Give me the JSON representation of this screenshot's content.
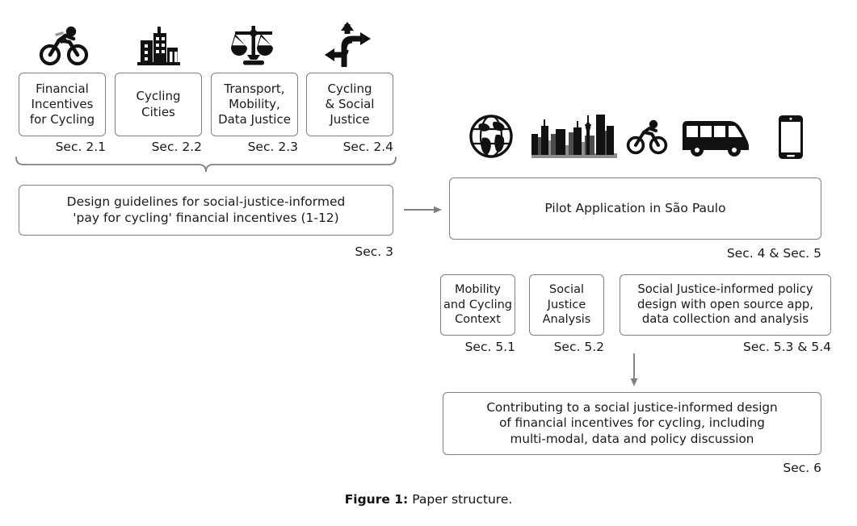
{
  "figure": {
    "caption_label": "Figure 1:",
    "caption_text": "Paper structure."
  },
  "colors": {
    "box_border": "#808080",
    "arrow": "#808080",
    "brace": "#808080",
    "icon_dark": "#111111",
    "skyline_mid": "#4d4d4d",
    "skyline_light": "#8c8c8c",
    "text": "#1a1a1a",
    "background": "#ffffff"
  },
  "top_row": {
    "boxes": [
      {
        "text": "Financial\nIncentives\nfor Cycling",
        "section": "Sec. 2.1",
        "icon": "cyclist-icon"
      },
      {
        "text": "Cycling\nCities",
        "section": "Sec. 2.2",
        "icon": "city-buildings-icon"
      },
      {
        "text": "Transport,\nMobility,\nData Justice",
        "section": "Sec. 2.3",
        "icon": "scales-of-justice-icon"
      },
      {
        "text": "Cycling\n& Social\nJustice",
        "section": "Sec. 2.4",
        "icon": "road-junction-arrows-icon"
      }
    ]
  },
  "guidelines": {
    "text": "Design guidelines for social-justice-informed\n'pay for cycling' financial incentives (1-12)",
    "section": "Sec. 3"
  },
  "pilot": {
    "text": "Pilot Application in São Paulo",
    "section": "Sec. 4 & Sec. 5",
    "icons": [
      "globe-icon",
      "city-skyline-icon",
      "cyclist-icon",
      "bus-icon",
      "smartphone-icon"
    ]
  },
  "sub_boxes": [
    {
      "text": "Mobility\nand Cycling\nContext",
      "section": "Sec. 5.1"
    },
    {
      "text": "Social\nJustice\nAnalysis",
      "section": "Sec. 5.2"
    },
    {
      "text": "Social Justice-informed policy\ndesign with open source app,\ndata collection and analysis",
      "section": "Sec. 5.3 & 5.4"
    }
  ],
  "conclusion": {
    "text": "Contributing to a social justice-informed design\nof financial incentives for cycling, including\nmulti-modal, data and policy discussion",
    "section": "Sec. 6"
  },
  "connectors": {
    "brace": "curly-brace-connector",
    "horizontal_arrow": "arrow-right",
    "vertical_arrow": "arrow-down"
  }
}
